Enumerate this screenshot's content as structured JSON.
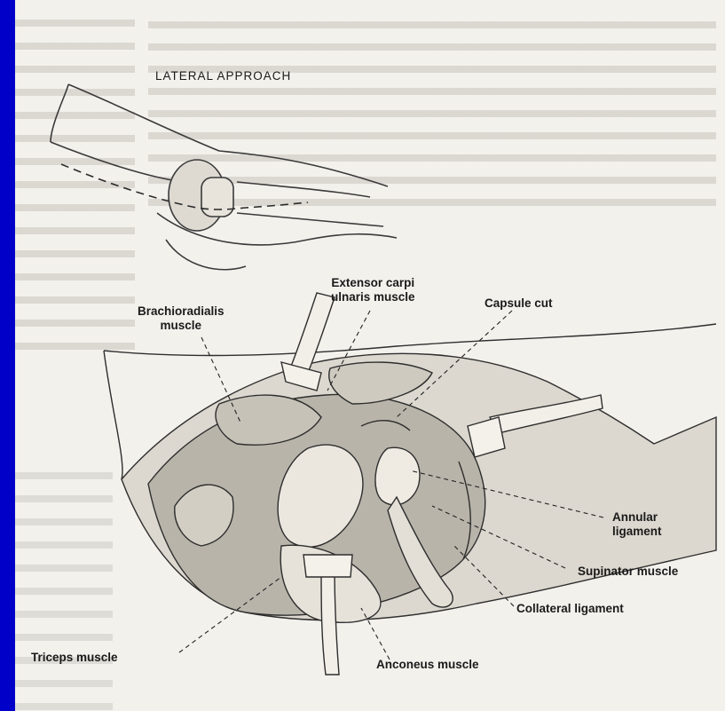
{
  "figure": {
    "title": "LATERAL APPROACH",
    "labels": {
      "extensor": "Extensor carpi\nulnaris muscle",
      "capsule": "Capsule cut",
      "brachioradialis": "Brachioradialis\nmuscle",
      "annular": "Annular\nligament",
      "supinator": "Supinator muscle",
      "collateral": "Collateral ligament",
      "triceps": "Triceps muscle",
      "anconeus": "Anconeus muscle"
    }
  },
  "colors": {
    "border": "#0000c8",
    "paper": "#f3f1ec",
    "ink": "#1a1a1a"
  }
}
